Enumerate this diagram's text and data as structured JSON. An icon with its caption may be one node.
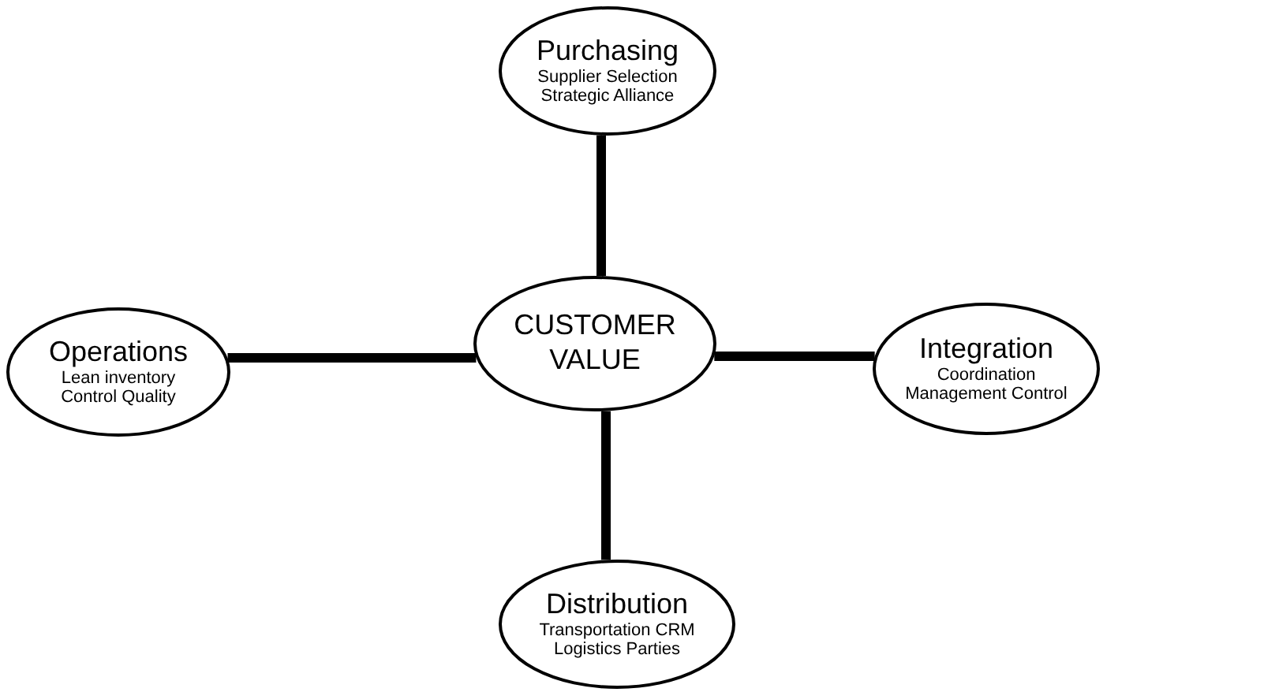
{
  "diagram": {
    "nodes": [
      {
        "text": [
          "CUSTOMER VALUE"
        ]
      },
      {
        "text": [
          "Purchasing",
          "Supplier Selection",
          "Strategic Alliance"
        ]
      },
      {
        "text": [
          "Operations",
          "Lean inventory",
          "Control Quality"
        ]
      },
      {
        "text": [
          "Integration",
          "Coordination",
          "Management Control"
        ]
      },
      {
        "text": [
          "Distribution",
          "Transportation CRM",
          "Logistics Parties"
        ]
      }
    ],
    "edges": [
      {
        "from": 1,
        "to": 0,
        "arrow": "none"
      },
      {
        "from": 2,
        "to": 0,
        "arrow": "none"
      },
      {
        "from": 0,
        "to": 3,
        "arrow": "none"
      },
      {
        "from": 0,
        "to": 4,
        "arrow": "none"
      }
    ]
  }
}
